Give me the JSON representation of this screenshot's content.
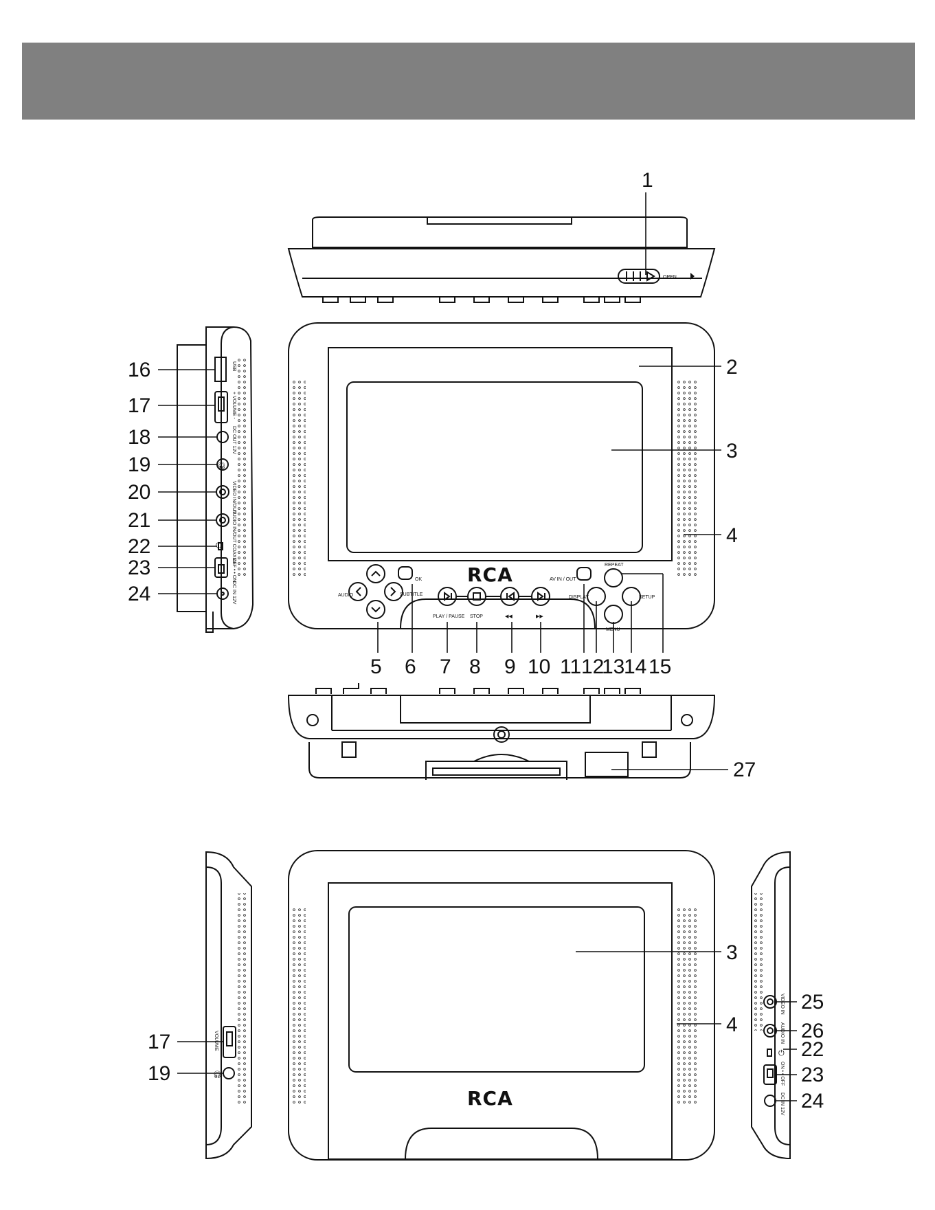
{
  "header": {
    "background_color": "#808080"
  },
  "brand_logo": "RCA",
  "top_view": {
    "open_label": "OPEN"
  },
  "front_panel": {
    "buttons": {
      "audio": "AUDIO",
      "ok": "OK",
      "subtitle": "SUBTITLE",
      "play_pause": "PLAY / PAUSE",
      "stop": "STOP",
      "rewind": "◀◀",
      "forward": "▶▶",
      "av_in_out": "AV IN / OUT",
      "display": "DISPLAY",
      "repeat": "REPEAT",
      "menu": "MENU",
      "setup": "SETUP"
    }
  },
  "left_side_main": {
    "labels": {
      "usb": "USB",
      "volume": "+ VOLUME -",
      "dc_out": "DC OUT 12V",
      "video": "VIDEO IN/OUT",
      "audio_coaxial": "AUDIO IN/OUT COAXIAL",
      "power_switch": "OFF • • ON",
      "dc_in": "DC IN 12V"
    }
  },
  "left_side_second": {
    "labels": {
      "volume": "VOLUME"
    }
  },
  "right_side_second": {
    "labels": {
      "video_in": "VIDEO IN",
      "audio_in": "AUDIO IN",
      "power_switch": "ON • • OFF",
      "dc_in": "DC IN 12V"
    }
  },
  "callouts": {
    "n1": "1",
    "n2": "2",
    "n3": "3",
    "n4": "4",
    "n5": "5",
    "n6": "6",
    "n7": "7",
    "n8": "8",
    "n9": "9",
    "n10": "10",
    "n11": "11",
    "n12": "12",
    "n13": "13",
    "n14": "14",
    "n15": "15",
    "n16": "16",
    "n17": "17",
    "n18": "18",
    "n19": "19",
    "n20": "20",
    "n21": "21",
    "n22": "22",
    "n23": "23",
    "n24": "24",
    "n25": "25",
    "n26": "26",
    "n27": "27"
  }
}
